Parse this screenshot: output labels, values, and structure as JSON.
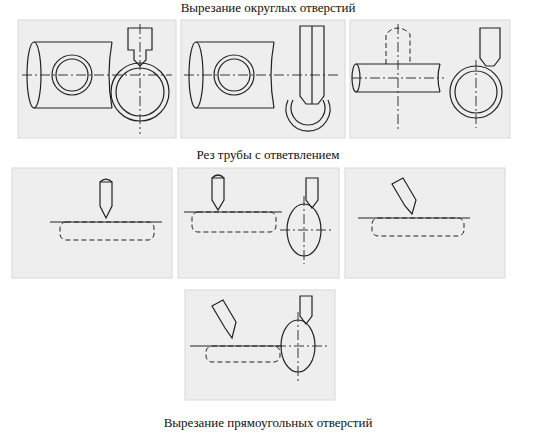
{
  "diagram": {
    "labels": [
      "Вырезание округлых отверстий",
      "Рез трубы с ответвлением",
      "Вырезание прямоугольных отверстий"
    ]
  }
}
